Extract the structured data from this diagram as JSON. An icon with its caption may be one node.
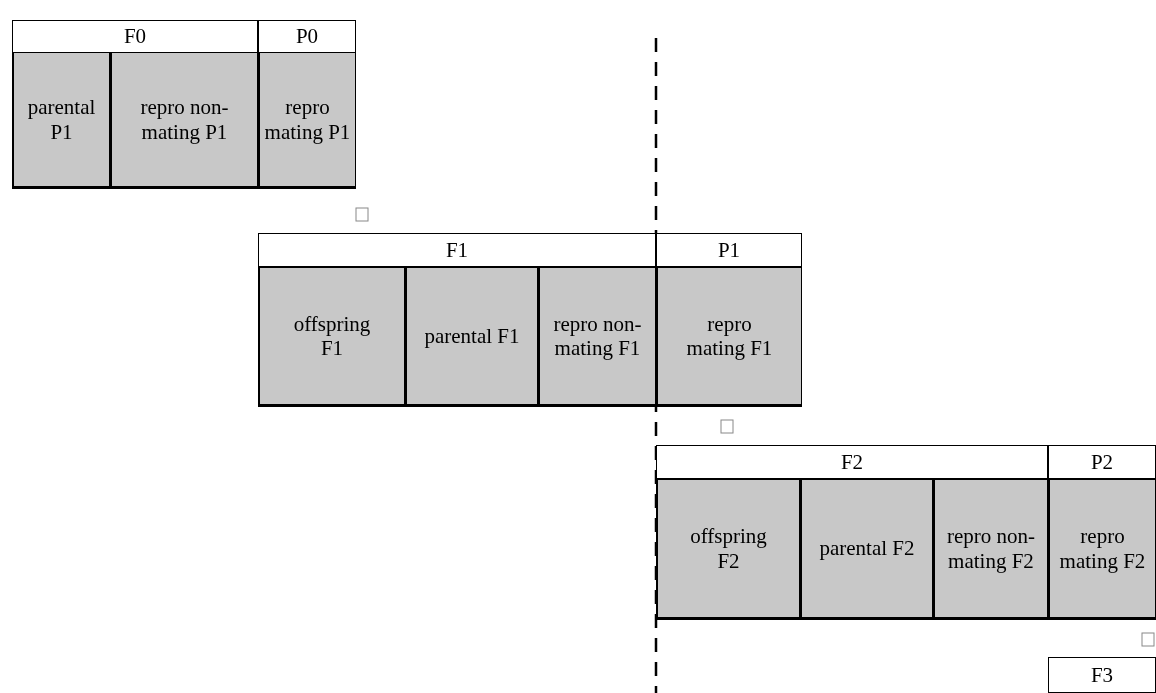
{
  "diagram": {
    "nodes": [
      {
        "text": [
          "F0"
        ]
      },
      {
        "text": [
          "P0"
        ]
      },
      {
        "text": [
          "parental P1"
        ]
      },
      {
        "text": [
          "repro non-mating P1"
        ]
      },
      {
        "text": [
          "repro mating P1"
        ]
      },
      {
        "text": [
          "F1"
        ]
      },
      {
        "text": [
          "P1"
        ]
      },
      {
        "text": [
          "offspring F1"
        ]
      },
      {
        "text": [
          "parental F1"
        ]
      },
      {
        "text": [
          "repro non-mating F1"
        ]
      },
      {
        "text": [
          "repro mating F1"
        ]
      },
      {
        "text": [
          "F2"
        ]
      },
      {
        "text": [
          "P2"
        ]
      },
      {
        "text": [
          "offspring F2"
        ]
      },
      {
        "text": [
          "parental F2"
        ]
      },
      {
        "text": [
          "repro non-mating F2"
        ]
      },
      {
        "text": [
          "repro mating F2"
        ]
      },
      {
        "text": [
          "F3"
        ]
      }
    ]
  }
}
